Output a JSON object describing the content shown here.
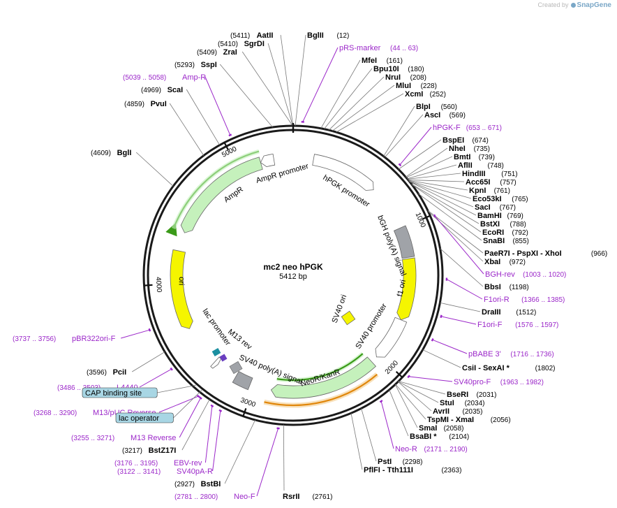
{
  "credit": {
    "prefix": "Created by",
    "brand": "SnapGene"
  },
  "plasmid": {
    "name": "mc2 neo hPGK",
    "size_label": "5412 bp",
    "length": 5412
  },
  "ticks": [
    {
      "bp": 1000,
      "label": "1000"
    },
    {
      "bp": 2000,
      "label": "2000"
    },
    {
      "bp": 3000,
      "label": "3000"
    },
    {
      "bp": 4000,
      "label": "4000"
    },
    {
      "bp": 5000,
      "label": "5000"
    }
  ],
  "enzymes": [
    {
      "name": "AatII",
      "pos": "(5411)",
      "side": "L",
      "bp": 5411
    },
    {
      "name": "BglII",
      "pos": "(12)",
      "side": "R",
      "bp": 12
    },
    {
      "name": "SgrDI",
      "pos": "(5410)",
      "side": "L",
      "bp": 5410
    },
    {
      "name": "ZraI",
      "pos": "(5409)",
      "side": "L",
      "bp": 5409
    },
    {
      "name": "SspI",
      "pos": "(5293)",
      "side": "L",
      "bp": 5293
    },
    {
      "name": "ScaI",
      "pos": "(4969)",
      "side": "L",
      "bp": 4969
    },
    {
      "name": "PvuI",
      "pos": "(4859)",
      "side": "L",
      "bp": 4859
    },
    {
      "name": "BglI",
      "pos": "(4609)",
      "side": "L",
      "bp": 4609
    },
    {
      "name": "MfeI",
      "pos": "(161)",
      "side": "R",
      "bp": 161
    },
    {
      "name": "Bpu10I",
      "pos": "(180)",
      "side": "R",
      "bp": 180
    },
    {
      "name": "NruI",
      "pos": "(208)",
      "side": "R",
      "bp": 208
    },
    {
      "name": "MluI",
      "pos": "(228)",
      "side": "R",
      "bp": 228
    },
    {
      "name": "XcmI",
      "pos": "(252)",
      "side": "R",
      "bp": 252
    },
    {
      "name": "BlpI",
      "pos": "(560)",
      "side": "R",
      "bp": 560
    },
    {
      "name": "AscI",
      "pos": "(569)",
      "side": "R",
      "bp": 569
    },
    {
      "name": "BspEI",
      "pos": "(674)",
      "side": "R",
      "bp": 674
    },
    {
      "name": "NheI",
      "pos": "(735)",
      "side": "R",
      "bp": 735
    },
    {
      "name": "BmtI",
      "pos": "(739)",
      "side": "R",
      "bp": 739
    },
    {
      "name": "AflII",
      "pos": "(748)",
      "side": "R",
      "bp": 748
    },
    {
      "name": "HindIII",
      "pos": "(751)",
      "side": "R",
      "bp": 751
    },
    {
      "name": "Acc65I",
      "pos": "(757)",
      "side": "R",
      "bp": 757
    },
    {
      "name": "KpnI",
      "pos": "(761)",
      "side": "R",
      "bp": 761
    },
    {
      "name": "Eco53kI",
      "pos": "(765)",
      "side": "R",
      "bp": 765
    },
    {
      "name": "SacI",
      "pos": "(767)",
      "side": "R",
      "bp": 767
    },
    {
      "name": "BamHI",
      "pos": "(769)",
      "side": "R",
      "bp": 769
    },
    {
      "name": "BstXI",
      "pos": "(788)",
      "side": "R",
      "bp": 788
    },
    {
      "name": "EcoRI",
      "pos": "(792)",
      "side": "R",
      "bp": 792
    },
    {
      "name": "SnaBI",
      "pos": "(855)",
      "side": "R",
      "bp": 855
    },
    {
      "name": "PaeR7I - PspXI - XhoI",
      "pos": "(966)",
      "side": "R",
      "bp": 966
    },
    {
      "name": "XbaI",
      "pos": "(972)",
      "side": "R",
      "bp": 972
    },
    {
      "name": "BbsI",
      "pos": "(1198)",
      "side": "R",
      "bp": 1198
    },
    {
      "name": "DraIII",
      "pos": "(1512)",
      "side": "R",
      "bp": 1512
    },
    {
      "name": "CsiI - SexAI *",
      "pos": "(1802)",
      "side": "R",
      "bp": 1802
    },
    {
      "name": "BseRI",
      "pos": "(2031)",
      "side": "R",
      "bp": 2031
    },
    {
      "name": "StuI",
      "pos": "(2034)",
      "side": "R",
      "bp": 2034
    },
    {
      "name": "AvrII",
      "pos": "(2035)",
      "side": "R",
      "bp": 2035
    },
    {
      "name": "TspMI - XmaI",
      "pos": "(2056)",
      "side": "R",
      "bp": 2056
    },
    {
      "name": "SmaI",
      "pos": "(2058)",
      "side": "R",
      "bp": 2058
    },
    {
      "name": "BsaBI *",
      "pos": "(2104)",
      "side": "R",
      "bp": 2104
    },
    {
      "name": "PstI",
      "pos": "(2298)",
      "side": "R",
      "bp": 2298
    },
    {
      "name": "PflFI - Tth111I",
      "pos": "(2363)",
      "side": "R",
      "bp": 2363
    },
    {
      "name": "RsrII",
      "pos": "(2761)",
      "side": "R",
      "bp": 2761
    },
    {
      "name": "BstBI",
      "pos": "(2927)",
      "side": "L",
      "bp": 2927
    },
    {
      "name": "BstZ17I",
      "pos": "(3217)",
      "side": "L",
      "bp": 3217
    },
    {
      "name": "PciI",
      "pos": "(3596)",
      "side": "L",
      "bp": 3596
    }
  ],
  "primers": [
    {
      "name": "pRS-marker",
      "pos": "(44 .. 63)",
      "side": "R",
      "bp": 54
    },
    {
      "name": "Amp-R",
      "pos": "(5039 .. 5058)",
      "side": "L",
      "bp": 5048
    },
    {
      "name": "hPGK-F",
      "pos": "(653 .. 671)",
      "side": "R",
      "bp": 662
    },
    {
      "name": "BGH-rev",
      "pos": "(1003 .. 1020)",
      "side": "R",
      "bp": 1011
    },
    {
      "name": "F1ori-R",
      "pos": "(1366 .. 1385)",
      "side": "R",
      "bp": 1375
    },
    {
      "name": "F1ori-F",
      "pos": "(1576 .. 1597)",
      "side": "R",
      "bp": 1586
    },
    {
      "name": "pBABE 3'",
      "pos": "(1716 .. 1736)",
      "side": "R",
      "bp": 1726
    },
    {
      "name": "SV40pro-F",
      "pos": "(1963 .. 1982)",
      "side": "R",
      "bp": 1972
    },
    {
      "name": "Neo-R",
      "pos": "(2171 .. 2190)",
      "side": "R",
      "bp": 2180
    },
    {
      "name": "Neo-F",
      "pos": "(2781 .. 2800)",
      "side": "L",
      "bp": 2790
    },
    {
      "name": "SV40pA-R",
      "pos": "(3122 .. 3141)",
      "side": "L",
      "bp": 3131
    },
    {
      "name": "EBV-rev",
      "pos": "(3176 .. 3195)",
      "side": "L",
      "bp": 3185
    },
    {
      "name": "M13 Reverse",
      "pos": "(3255 .. 3271)",
      "side": "L",
      "bp": 3263
    },
    {
      "name": "M13/pUC Reverse",
      "pos": "(3268 .. 3290)",
      "side": "L",
      "bp": 3279
    },
    {
      "name": "L4440",
      "pos": "(3486 .. 3503)",
      "side": "L",
      "bp": 3494
    },
    {
      "name": "pBR322ori-F",
      "pos": "(3737 .. 3756)",
      "side": "L",
      "bp": 3746
    }
  ],
  "boxed_labels": [
    {
      "name": "CAP binding site",
      "bp": 3330
    },
    {
      "name": "lac operator",
      "bp": 3285
    }
  ],
  "features": [
    {
      "name": "hPGK promoter",
      "color": "#ffffff",
      "start": 150,
      "end": 650,
      "dir": 1
    },
    {
      "name": "bGH poly(A) signal",
      "color": "#a0a3a8",
      "start": 995,
      "end": 1220,
      "dir": 0
    },
    {
      "name": "f1 ori",
      "color": "#f5f500",
      "start": 1230,
      "end": 1690,
      "dir": 1
    },
    {
      "name": "SV40 promoter",
      "color": "#ffffff",
      "start": 1690,
      "end": 2020,
      "dir": 1
    },
    {
      "name": "NeoR/KanR",
      "color": "#c5f1bc",
      "start": 2070,
      "end": 2870,
      "dir": 1
    },
    {
      "name": "SV40 poly(A) signal",
      "color": "#a0a3a8",
      "start": 3030,
      "end": 3150,
      "dir": 0
    },
    {
      "name": "lac promoter",
      "color": "#ffffff",
      "start": 3310,
      "end": 3340,
      "dir": -1
    },
    {
      "name": "ori",
      "color": "#f5f500",
      "start": 3650,
      "end": 4240,
      "dir": -1
    },
    {
      "name": "AmpR",
      "color": "#c5f1bc",
      "start": 4380,
      "end": 5170,
      "dir": -1
    },
    {
      "name": "AmpR promoter",
      "color": "#ffffff",
      "start": 5170,
      "end": 5270,
      "dir": -1
    }
  ],
  "inner_features": [
    {
      "name": "SV40 ori",
      "color": "#f5f500"
    }
  ],
  "colors": {
    "primer": "#9b27c9",
    "feature_gene": "#c5f1bc",
    "feature_ori": "#f5f500",
    "feature_polyA": "#a0a3a8",
    "orf_green": "#3a9a18",
    "orf_orange": "#e0860a",
    "boxed_bg": "#a8d6e4"
  }
}
